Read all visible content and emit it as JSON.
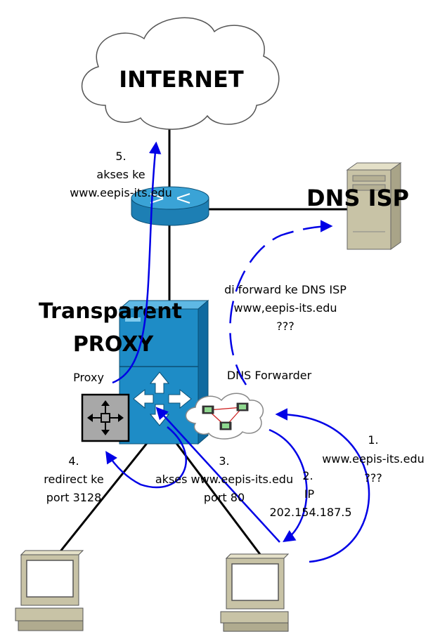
{
  "nodes": {
    "internet": "INTERNET",
    "dns_isp": "DNS ISP",
    "proxy_title_line1": "Transparent",
    "proxy_title_line2": "PROXY",
    "proxy_label": "Proxy",
    "dns_forwarder": "DNS Forwarder"
  },
  "steps": {
    "s1": {
      "line1": "1.",
      "line2": "www.eepis-its.edu",
      "line3": "???"
    },
    "s2": {
      "line1": "2.",
      "line2": "IP",
      "line3": "202.154.187.5"
    },
    "s3": {
      "line1": "3.",
      "line2": "akses www.eepis-its.edu",
      "line3": "port 80"
    },
    "s4": {
      "line1": "4.",
      "line2": "redirect ke",
      "line3": "port 3128"
    },
    "s5": {
      "line1": "5.",
      "line2": "akses ke",
      "line3": "www.eepis-its.edu"
    },
    "forward": {
      "line1": "di forward ke DNS ISP",
      "line2": "www,eepis-its.edu",
      "line3": "???"
    }
  },
  "colors": {
    "arrow": "#0000e6",
    "switch_body": "#1e8cc6",
    "router_body": "#2a93c8",
    "server_body": "#c8c3a6",
    "link": "#000000"
  }
}
